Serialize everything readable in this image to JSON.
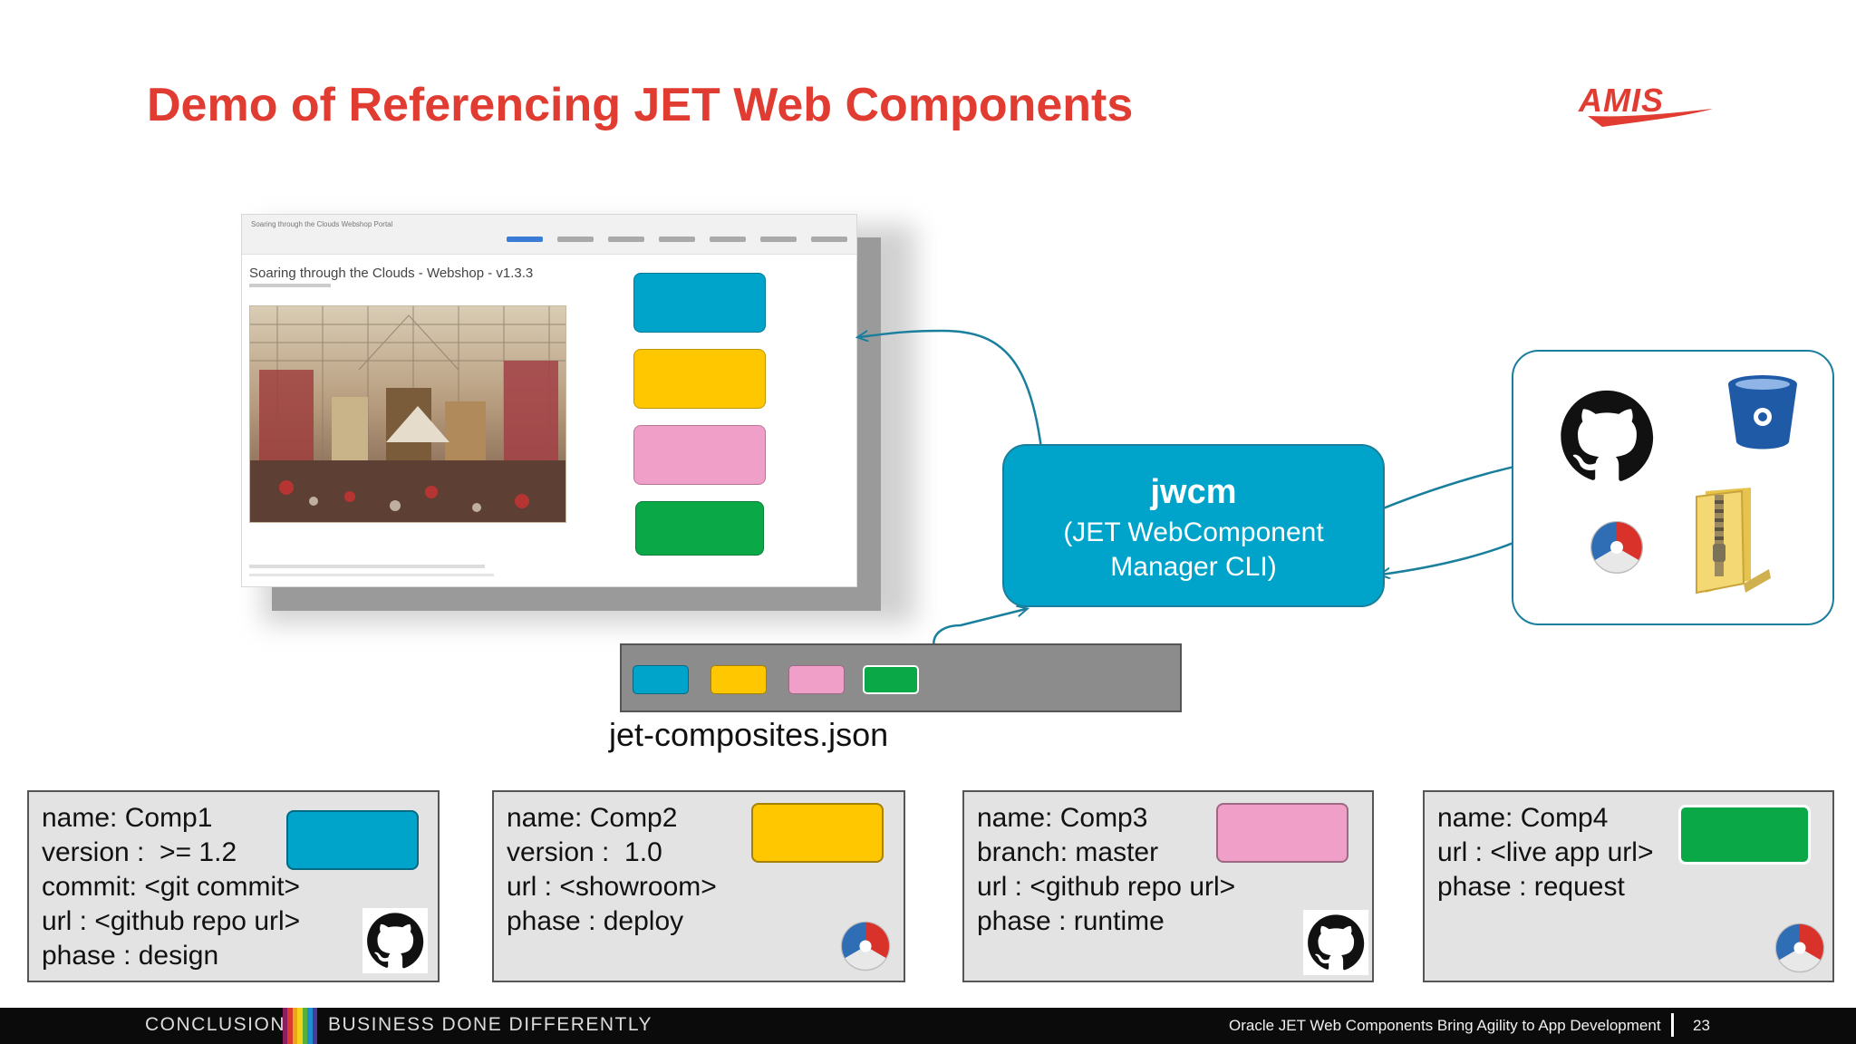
{
  "slide": {
    "title": "Demo of Referencing JET Web Components",
    "logo_text": "AMIS"
  },
  "webshop": {
    "window_title": "Soaring through the Clouds Webshop Portal",
    "heading": "Soaring through the Clouds - Webshop - v1.3.3"
  },
  "colors": {
    "comp1": "#00a3c9",
    "comp2": "#ffc700",
    "comp3": "#f0a0c8",
    "comp4": "#0aa847",
    "accent": "#e03c31",
    "teal_border": "#1a7f9c"
  },
  "jwcm": {
    "name": "jwcm",
    "description_line1": "(JET WebComponent",
    "description_line2": "Manager CLI)"
  },
  "sources": {
    "icons": [
      "github-icon",
      "bitbucket-icon",
      "oracle-cloud-icon",
      "zip-folder-icon"
    ]
  },
  "composites_bar": {
    "label": "jet-composites.json"
  },
  "cards": [
    {
      "lines": [
        "name: Comp1",
        "version :  >= 1.2",
        "commit: <git commit>",
        "url : <github repo url>",
        "phase : design"
      ],
      "icon": "github-icon"
    },
    {
      "lines": [
        "name: Comp2",
        "version :  1.0",
        "url : <showroom>",
        "phase : deploy"
      ],
      "icon": "oracle-cloud-icon"
    },
    {
      "lines": [
        "name: Comp3",
        "branch: master",
        "url : <github repo url>",
        "phase : runtime"
      ],
      "icon": "github-icon"
    },
    {
      "lines": [
        "name: Comp4",
        "url : <live app url>",
        "phase : request"
      ],
      "icon": "oracle-cloud-icon"
    }
  ],
  "footer": {
    "left": "CONCLUSION",
    "middle": "BUSINESS DONE DIFFERENTLY",
    "right": "Oracle JET Web Components Bring Agility to App Development",
    "page": "23"
  }
}
